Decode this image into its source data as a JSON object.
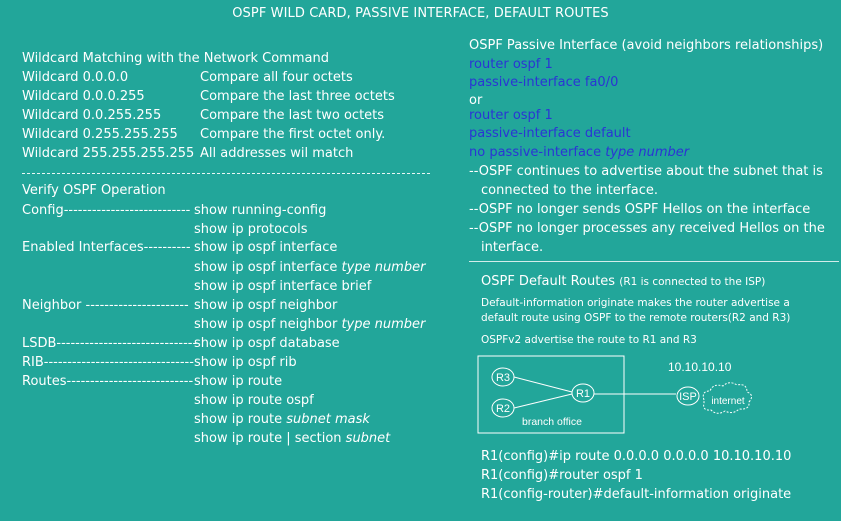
{
  "title": "OSPF WILD CARD, PASSIVE INTERFACE, DEFAULT  ROUTES",
  "wildcard": {
    "heading": "Wildcard Matching with the Network Command",
    "rows": [
      {
        "mask": "Wildcard 0.0.0.0",
        "desc": "Compare all four octets"
      },
      {
        "mask": "Wildcard 0.0.0.255",
        "desc": "Compare the last three octets"
      },
      {
        "mask": "Wildcard 0.0.255.255",
        "desc": "Compare the last two octets"
      },
      {
        "mask": "Wildcard 0.255.255.255",
        "desc": "Compare the first octet only."
      },
      {
        "mask": "Wildcard 255.255.255.255",
        "desc": "All addresses wil match"
      }
    ]
  },
  "verify": {
    "heading": "Verify OSPF Operation",
    "labels": {
      "config": "Config---------------------------",
      "enabled": "Enabled Interfaces----------",
      "neighbor": "Neighbor ----------------------",
      "lsdb": "LSDB------------------------------",
      "rib": "RIB--------------------------------",
      "routes": "Routes---------------------------"
    },
    "cmds": {
      "c1": "show running-config",
      "c2": "show ip protocols",
      "c3": "show ip ospf interface",
      "c4": "show ip ospf interface ",
      "c4i": "type number",
      "c5": "show ip ospf interface brief",
      "c6": "show ip ospf neighbor",
      "c7": "show ip ospf neighbor ",
      "c7i": "type number",
      "c8": "show ip ospf database",
      "c9": "show ip ospf rib",
      "c10": "show ip route",
      "c11": "show ip route ospf",
      "c12": "show ip route ",
      "c12i": "subnet mask",
      "c13": "show ip route | section ",
      "c13i": "subnet"
    }
  },
  "passive": {
    "heading": "OSPF Passive Interface (avoid neighbors relationships)",
    "cmd1": "router ospf 1",
    "cmd2": "passive-interface fa0/0",
    "or": "or",
    "cmd3": "router ospf 1",
    "cmd4": "passive-interface default",
    "cmd5": "no passive-interface ",
    "cmd5i": "type number",
    "note1a": "--OSPF continues to advertise about the subnet that is",
    "note1b": "connected to the interface.",
    "note2": "--OSPF no longer sends OSPF Hellos on the interface",
    "note3a": "--OSPF no longer processes any received Hellos on the",
    "note3b": "interface."
  },
  "default_routes": {
    "heading": "OSPF Default Routes",
    "heading_note": "(R1 is connected to the ISP)",
    "desc1": "Default-information originate makes the router advertise a",
    "desc2": "default route using OSPF to the remote routers(R2 and R3)",
    "desc3": "OSPFv2 advertise the route to R1 and R3",
    "diagram": {
      "r3": "R3",
      "r2": "R2",
      "r1": "R1",
      "isp": "ISP",
      "internet": "internet",
      "ip": "10.10.10.10",
      "office": "branch office"
    },
    "cfg1": "R1(config)#ip route 0.0.0.0  0.0.0.0 10.10.10.10",
    "cfg2": "R1(config)#router ospf 1",
    "cfg3": "R1(config-router)#default-information originate"
  }
}
